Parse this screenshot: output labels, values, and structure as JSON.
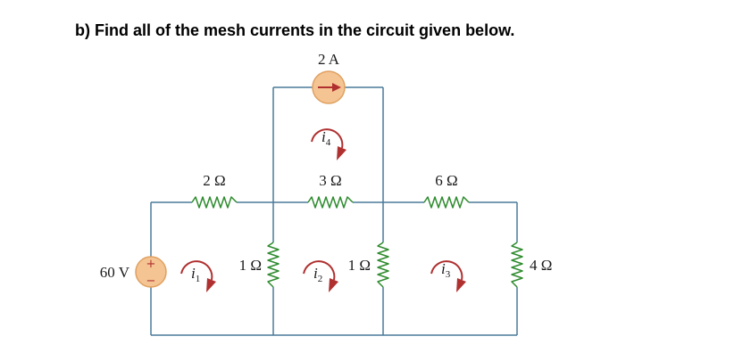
{
  "question": "b) Find all of the mesh currents in the circuit given below.",
  "components": {
    "current_source": "2 A",
    "voltage_source": "60 V",
    "r_top_left": "2 Ω",
    "r_top_mid": "3 Ω",
    "r_top_right": "6 Ω",
    "r_v1": "1 Ω",
    "r_v2": "1 Ω",
    "r_right": "4 Ω"
  },
  "meshes": [
    {
      "base": "i",
      "sub": "1"
    },
    {
      "base": "i",
      "sub": "2"
    },
    {
      "base": "i",
      "sub": "3"
    },
    {
      "base": "i",
      "sub": "4"
    }
  ],
  "colors": {
    "wire": "#4a7a9a",
    "resistor": "#2e8b2e",
    "source_fill": "#f4c493",
    "source_stroke": "#e0a060",
    "mesh_arrow": "#b03030"
  }
}
